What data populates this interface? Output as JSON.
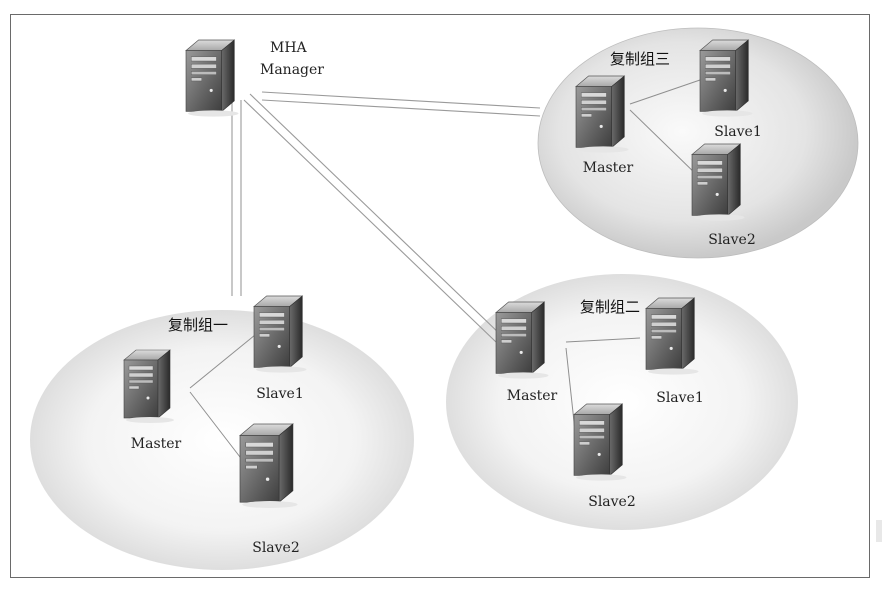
{
  "manager": {
    "name_line1": "MHA",
    "name_line2": "Manager"
  },
  "groups": [
    {
      "title": "复制组一",
      "master": "Master",
      "slave1": "Slave1",
      "slave2": "Slave2"
    },
    {
      "title": "复制组二",
      "master": "Master",
      "slave1": "Slave1",
      "slave2": "Slave2"
    },
    {
      "title": "复制组三",
      "master": "Master",
      "slave1": "Slave1",
      "slave2": "Slave2"
    }
  ]
}
